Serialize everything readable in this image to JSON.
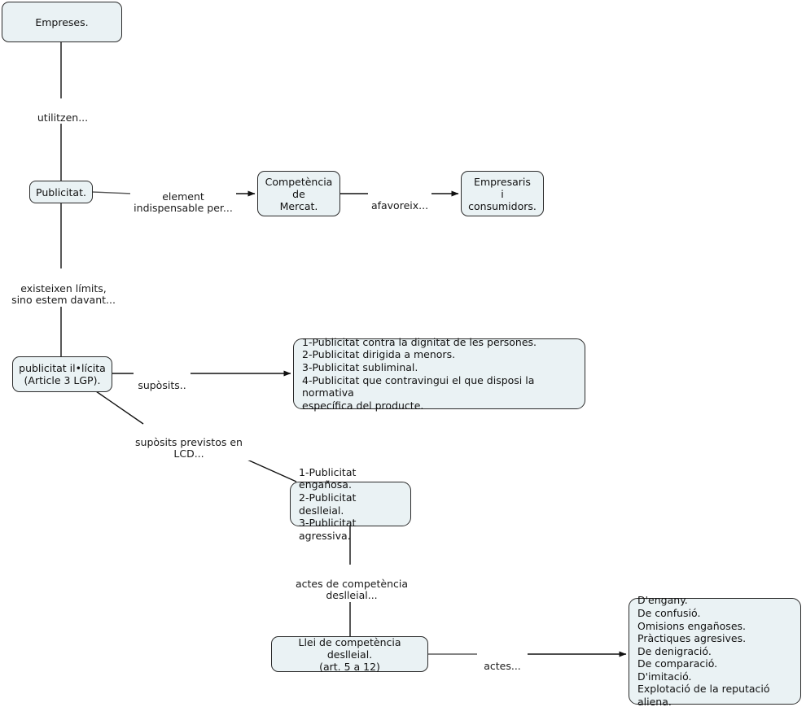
{
  "diagram": {
    "title": "Publicitat i competencia deslleial",
    "background_color": "#ffffff",
    "node_fill_color": "#eaf2f4",
    "node_border_color": "#2b2b2b",
    "edge_color": "#1a1a1a",
    "nodes": [
      {
        "id": "empreses",
        "text": "Empreses."
      },
      {
        "id": "publicitat",
        "text": "Publicitat."
      },
      {
        "id": "competencia-mercat",
        "text": "Competència\nde\nMercat."
      },
      {
        "id": "empresaris-consumidors",
        "text": "Empresaris\ni\nconsumidors."
      },
      {
        "id": "publicitat-illicita",
        "text": "publicitat il•lícita\n(Article 3 LGP)."
      },
      {
        "id": "suposits-lgp",
        "text": "1-Publicitat contra la dignitat de les persones.\n2-Publicitat dirigida a menors.\n3-Publicitat subliminal.\n4-Publicitat que contravingui el que disposi la normativa\nespecífica del producte."
      },
      {
        "id": "suposits-lcd",
        "text": "1-Publicitat engañosa.\n2-Publicitat deslleial.\n3-Publicitat agressiva."
      },
      {
        "id": "llei-competencia-deslleial",
        "text": "Llei de competència deslleial.\n(art. 5 a 12)"
      },
      {
        "id": "actes-llista",
        "text": "D'engany.\nDe confusió.\nOmisions engañoses.\nPràctiques agresives.\nDe denigració.\nDe comparació.\nD'imitació.\nExplotació de la reputació aliena."
      }
    ],
    "edge_labels": [
      {
        "id": "utilitzen",
        "text": "utilitzen..."
      },
      {
        "id": "element-indispensable",
        "text": "element\nindispensable per..."
      },
      {
        "id": "afavoreix",
        "text": "afavoreix..."
      },
      {
        "id": "existeixen-limits",
        "text": "existeixen límits,\nsino estem davant..."
      },
      {
        "id": "suposits",
        "text": "supòsits.."
      },
      {
        "id": "suposits-previstos",
        "text": "supòsits previstos en\nLCD..."
      },
      {
        "id": "actes-competencia",
        "text": "actes de competència\ndeslleial..."
      },
      {
        "id": "actes",
        "text": "actes..."
      }
    ]
  }
}
